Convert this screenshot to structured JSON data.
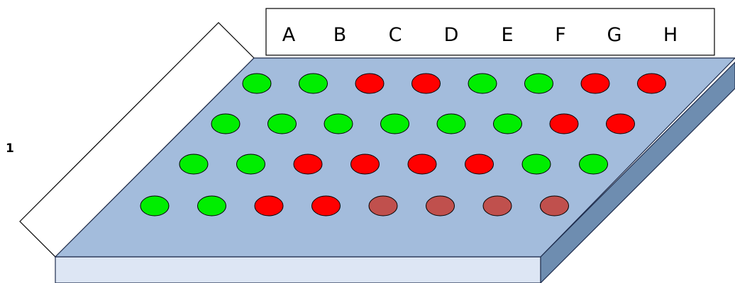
{
  "row_label": "1",
  "columns": [
    "A",
    "B",
    "C",
    "D",
    "E",
    "F",
    "G",
    "H"
  ],
  "colors": {
    "top_face": "#a3bcdc",
    "right_face": "#6e8db0",
    "front_face": "#dde6f4",
    "stroke": "#1f2d4d",
    "green": "#00ee00",
    "red": "#ff0000",
    "brown": "#c0504d"
  },
  "wells": [
    [
      "green",
      "green",
      "red",
      "red",
      "green",
      "green",
      "red",
      "red"
    ],
    [
      "green",
      "green",
      "green",
      "green",
      "green",
      "green",
      "red",
      "red"
    ],
    [
      "green",
      "green",
      "red",
      "red",
      "red",
      "red",
      "green",
      "green"
    ],
    [
      "green",
      "green",
      "red",
      "red",
      "brown",
      "brown",
      "brown",
      "brown"
    ]
  ]
}
